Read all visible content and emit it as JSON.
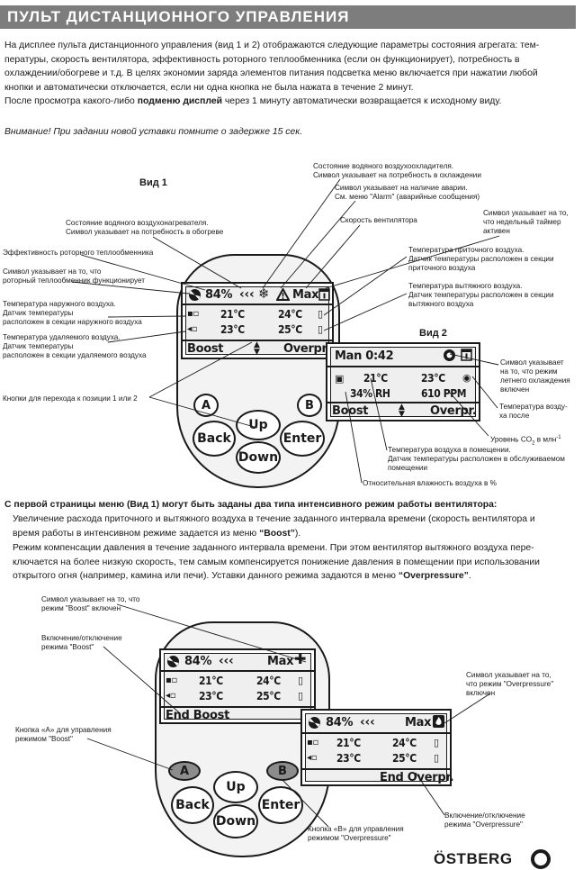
{
  "header": {
    "title": "ПУЛЬТ ДИСТАНЦИОННОГО УПРАВЛЕНИЯ"
  },
  "intro": {
    "p1_line1": "На дисплее пульта дистанционного управления (вид 1 и 2) отображаются следующие параметры состояния агрегата: тем-",
    "p1_line2": "пературы, скорость вентилятора, эффективность роторного теплообменника (если он функционирует), потребность в",
    "p1_line3": "охлаждении/обогреве и т.д. В целях экономии заряда элементов питания подсветка меню включается при нажатии любой",
    "p1_line4": "кнопки и автоматически отключается, если ни одна кнопка не была нажата в течение 2 минут.",
    "p2_a": "После просмотра какого-либо ",
    "p2_b": "подменю дисплей",
    "p2_c": " через 1 минуту автоматически возвращается к исходному виду.",
    "warning": "Внимание! При задании новой уставки помните о задержке 15 сек."
  },
  "view1": {
    "title": "Вид 1",
    "efficiency": "84%",
    "speed": "Max",
    "t_supply_out": "21°C",
    "t_supply_in": "24°C",
    "t_exhaust_out": "23°C",
    "t_exhaust_in": "25°C",
    "boost": "Boost",
    "overpr": "Overpr."
  },
  "view2": {
    "title": "Вид 2",
    "timer": "Man 0:42",
    "t_room": "21°C",
    "t_after": "23°C",
    "rh": "34% RH",
    "ppm": "610 PPM",
    "boost": "Boost",
    "overpr": "Overpr."
  },
  "remote_buttons": {
    "a": "A",
    "b": "B",
    "up": "Up",
    "down": "Down",
    "back": "Back",
    "enter": "Enter"
  },
  "labels1": {
    "water_cooler_1": "Состояние водяного воздухоохладителя.",
    "water_cooler_2": "Символ указывает на потребность в охлаждении",
    "alarm_1": "Символ указывает на наличие аварии.",
    "alarm_2": "См. меню \"Alarm\" (аварийные сообщения)",
    "heater_1": "Состояние водяного воздухонагревателя.",
    "heater_2": "Символ указывает на потребность в обогреве",
    "fan_speed": "Скорость вентилятора",
    "timer_1": "Символ указывает на то,",
    "timer_2": "что недельный таймер",
    "timer_3": "активен",
    "efficiency": "Эффективность роторного теплообменника",
    "rotor_1": "Символ указывает на то, что",
    "rotor_2": "роторный теплообменник функционирует",
    "supply_t_1": "Температура приточного воздуха.",
    "supply_t_2": "Датчик температуры расположен в секции",
    "supply_t_3": "приточного воздуха",
    "exhaust_t_1": "Температура вытяжного воздуха.",
    "exhaust_t_2": "Датчик температуры расположен в секции",
    "exhaust_t_3": "вытяжного воздуха",
    "outdoor_1": "Температура наружного воздуха.",
    "outdoor_2": "Датчик температуры",
    "outdoor_3": "расположен в секции наружного воздуха",
    "removed_1": "Температура удаляемого воздуха.",
    "removed_2": "Датчик температуры",
    "removed_3": "расположен в секции удаляемого воздуха",
    "buttons_12": "Кнопки для перехода к позиции 1 или 2",
    "summer_1": "Символ указывает",
    "summer_2": "на то, что режим",
    "summer_3": "летнего охлаждения",
    "summer_4": "включен",
    "after_1": "Температура возду-",
    "after_2": "ха после",
    "co2": "Уровень CO",
    "co2_sub": "2",
    "co2_unit": " в млн",
    "co2_sup": "-1",
    "room_1": "Температура воздуха в помещении.",
    "room_2": "Датчик температуры расположен в обслуживаемом",
    "room_3": "помещении",
    "rh": "Относительная влажность воздуха в %"
  },
  "section2": {
    "heading": "С первой страницы меню (Вид 1) могут быть заданы два типа интенсивного режим работы вентилятора:",
    "b1_line1": "Увеличение расхода приточного и вытяжного воздуха в течение заданного интервала времени (скорость вентилятора и",
    "b1_line2a": "время работы в интенсивном режиме задается из меню ",
    "b1_line2b": "“Boost”",
    "b1_line2c": ").",
    "b2_line1": "Режим компенсации давления в течение заданного интервала времени. При этом вентилятор вытяжного воздуха пере-",
    "b2_line2": "ключается на более низкую скорость, тем самым компенсируется понижение давления в помещении при использовании",
    "b2_line3a": "открытого огня (например, камина или печи). Уставки данного режима задаются в меню ",
    "b2_line3b": "“Overpressure”",
    "b2_line3c": "."
  },
  "view3": {
    "efficiency": "84%",
    "speed": "Max",
    "t1": "21°C",
    "t2": "24°C",
    "t3": "23°C",
    "t4": "25°C",
    "end": "End Boost"
  },
  "view4": {
    "efficiency": "84%",
    "speed": "Max",
    "t1": "21°C",
    "t2": "24°C",
    "t3": "23°C",
    "t4": "25°C",
    "end": "End Overpr."
  },
  "labels2": {
    "boost_on_1": "Символ указывает на то, что",
    "boost_on_2": "режим \"Boost\" включен",
    "boost_toggle_1": "Включение/отключение",
    "boost_toggle_2": "режима \"Boost\"",
    "overp_on_1": "Символ указывает на то,",
    "overp_on_2": "что режим \"Overpressure\"",
    "overp_on_3": "включен",
    "btn_a_1": "Кнопка «А» для управления",
    "btn_a_2": "режимом \"Boost\"",
    "btn_b_1": "Кнопка «В» для управления",
    "btn_b_2": "режимом \"Overpressure\"",
    "overp_toggle_1": "Включение/отключение",
    "overp_toggle_2": "режима \"Overpressure\""
  },
  "footer": {
    "brand": "ÖSTBERG"
  }
}
